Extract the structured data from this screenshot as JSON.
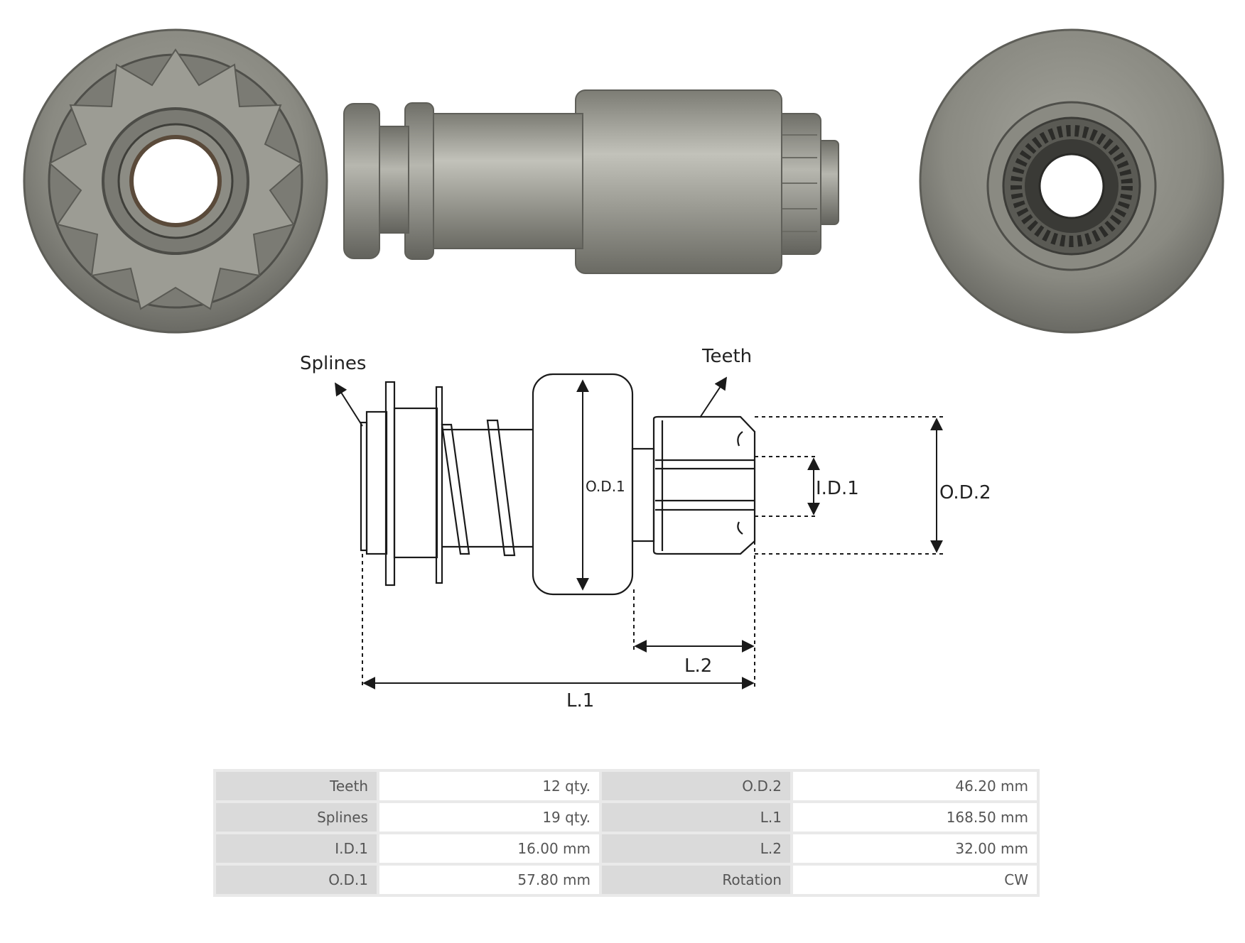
{
  "diagram": {
    "labels": {
      "splines": "Splines",
      "teeth": "Teeth",
      "od1": "O.D.1",
      "od2": "O.D.2",
      "id1": "I.D.1",
      "l1": "L.1",
      "l2": "L.2"
    }
  },
  "specs": {
    "rows": [
      {
        "k1": "Teeth",
        "v1": "12 qty.",
        "k2": "O.D.2",
        "v2": "46.20 mm"
      },
      {
        "k1": "Splines",
        "v1": "19 qty.",
        "k2": "L.1",
        "v2": "168.50 mm"
      },
      {
        "k1": "I.D.1",
        "v1": "16.00 mm",
        "k2": "L.2",
        "v2": "32.00 mm"
      },
      {
        "k1": "O.D.1",
        "v1": "57.80 mm",
        "k2": "Rotation",
        "v2": "CW"
      }
    ]
  },
  "colors": {
    "metal": "#8f8f87",
    "metal_dark": "#5c5c56",
    "metal_light": "#b9b9b1",
    "line": "#1a1a1a",
    "table_key_bg": "#dadada",
    "table_border": "#e9e9e9"
  }
}
